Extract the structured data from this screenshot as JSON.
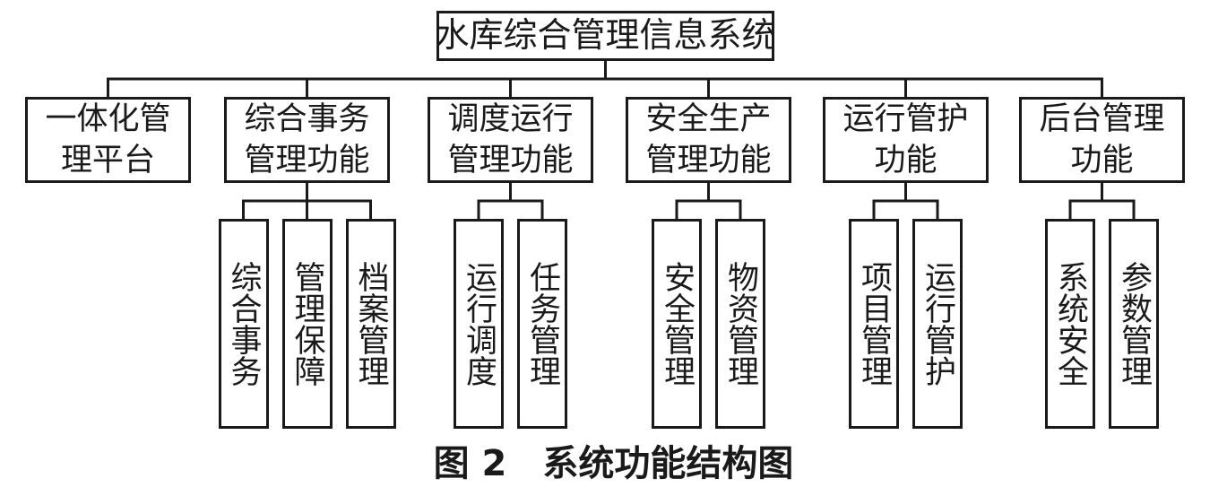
{
  "diagram": {
    "root": {
      "label": "水库综合管理信息系统"
    },
    "branches": [
      {
        "label": "一体化管理平台",
        "children": []
      },
      {
        "label": "综合事务管理功能",
        "children": [
          "综合事务",
          "管理保障",
          "档案管理"
        ]
      },
      {
        "label": "调度运行管理功能",
        "children": [
          "运行调度",
          "任务管理"
        ]
      },
      {
        "label": "安全生产管理功能",
        "children": [
          "安全管理",
          "物资管理"
        ]
      },
      {
        "label": "运行管护功能",
        "children": [
          "项目管理",
          "运行管护"
        ]
      },
      {
        "label": "后台管理功能",
        "children": [
          "系统安全",
          "参数管理"
        ]
      }
    ]
  },
  "caption": "图 2　系统功能结构图",
  "colors": {
    "line": "#1a1a1a",
    "background": "#ffffff",
    "text": "#1a1a1a"
  }
}
